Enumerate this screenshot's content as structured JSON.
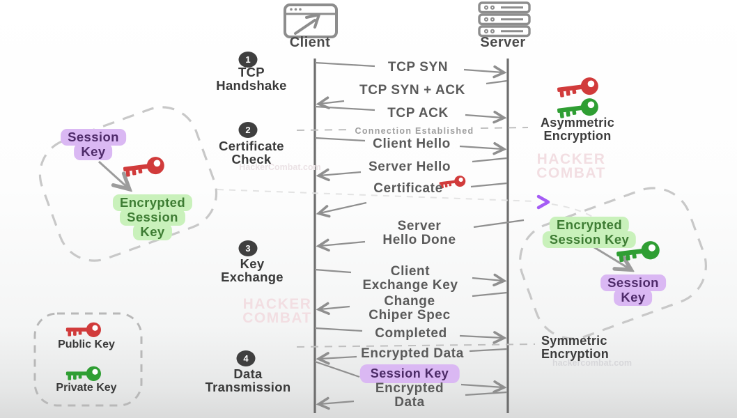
{
  "actors": {
    "client": "Client",
    "server": "Server"
  },
  "steps": [
    {
      "num": "1",
      "lines": [
        "TCP",
        "Handshake"
      ]
    },
    {
      "num": "2",
      "lines": [
        "Certificate",
        "Check"
      ]
    },
    {
      "num": "3",
      "lines": [
        "Key",
        "Exchange"
      ]
    },
    {
      "num": "4",
      "lines": [
        "Data",
        "Transmission"
      ]
    }
  ],
  "messages": {
    "tcp_syn": "TCP SYN",
    "tcp_syn_ack": "TCP SYN + ACK",
    "tcp_ack": "TCP ACK",
    "connection_established": "Connection Established",
    "client_hello": "Client Hello",
    "server_hello": "Server Hello",
    "certificate": "Certificate",
    "server_hello_done": [
      "Server",
      "Hello Done"
    ],
    "client_exchange_key": [
      "Client",
      "Exchange Key"
    ],
    "change_chiper_spec": [
      "Change",
      "Chiper Spec"
    ],
    "completed": "Completed",
    "encrypted_data_up": "Encrypted Data",
    "session_key_label": "Session Key",
    "encrypted_data_down": [
      "Encrypted",
      "Data"
    ]
  },
  "annotations": {
    "asymmetric": [
      "Asymmetric",
      "Encryption"
    ],
    "symmetric": [
      "Symmetric",
      "Encryption"
    ]
  },
  "left_box": {
    "session_key": [
      "Session",
      "Key"
    ],
    "encrypted_session_key": [
      "Encrypted",
      "Session",
      "Key"
    ]
  },
  "right_box": {
    "encrypted_session_key": [
      "Encrypted",
      "Session Key"
    ],
    "session_key": [
      "Session",
      "Key"
    ]
  },
  "legend": {
    "public_key": "Public Key",
    "private_key": "Private Key"
  },
  "watermarks": {
    "hacker_combat": [
      "HACKER",
      "COMBAT"
    ],
    "site_mixed": "HackerCombat.com",
    "site_lower": "hackercombat.com"
  },
  "colors": {
    "purple_badge_bg": "#dab8f3",
    "purple_badge_text": "#4e2a69",
    "green_badge_bg": "#c9f1bb",
    "green_badge_text": "#3d7c33",
    "public_key_red": "#d13b3b",
    "private_key_green": "#2f9e33",
    "chevron_purple": "#a55cf5",
    "line_gray": "#8f8f8f"
  }
}
